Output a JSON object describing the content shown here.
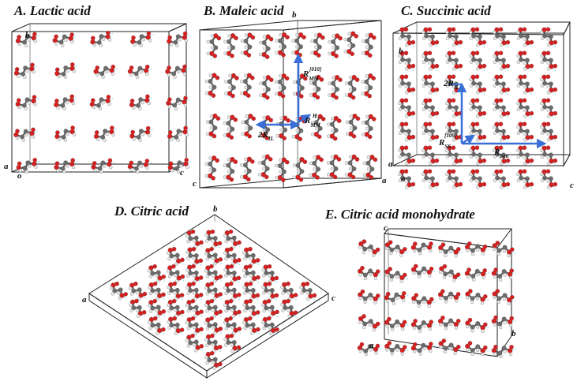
{
  "colors": {
    "carbon": "#6b6b6b",
    "oxygen": "#d61f1f",
    "hydrogen": "#e9e9e9",
    "hbond": "#7fd6e6",
    "vector": "#3a6fd8",
    "cell": "#222222"
  },
  "panels": [
    {
      "id": "A",
      "title": "A. Lactic acid",
      "axes": {
        "b": "b",
        "o": "o",
        "a": "a",
        "c": "c"
      }
    },
    {
      "id": "B",
      "title": "B. Maleic acid",
      "axes": {
        "b": "b",
        "c": "c",
        "a": "a"
      },
      "annotations": {
        "r_mm_010": "R",
        "r_mm_010_sub": "MM",
        "r_mm_010_sup": "[010]",
        "r_mm_h": "R",
        "r_mm_h_sub": "MM",
        "r_mm_h_sup": "H",
        "two_r_il": "2R",
        "two_r_il_sub": "IL"
      }
    },
    {
      "id": "C",
      "title": "C. Succinic acid",
      "axes": {
        "b": "b",
        "a": "a",
        "o": "o",
        "c": "c"
      },
      "annotations": {
        "two_r_il": "2R",
        "two_r_il_sub": "IL",
        "r_ss": "R",
        "r_ss_sub": "SS",
        "r_ss_sup": "[100]",
        "r_mm": "R",
        "r_mm_sub": "mm"
      }
    },
    {
      "id": "D",
      "title": "D. Citric acid",
      "axes": {
        "b": "b",
        "a": "a",
        "c": "c"
      }
    },
    {
      "id": "E",
      "title": "E. Citric acid monohydrate",
      "axes": {
        "c": "c",
        "a": "a",
        "b": "b"
      }
    }
  ]
}
